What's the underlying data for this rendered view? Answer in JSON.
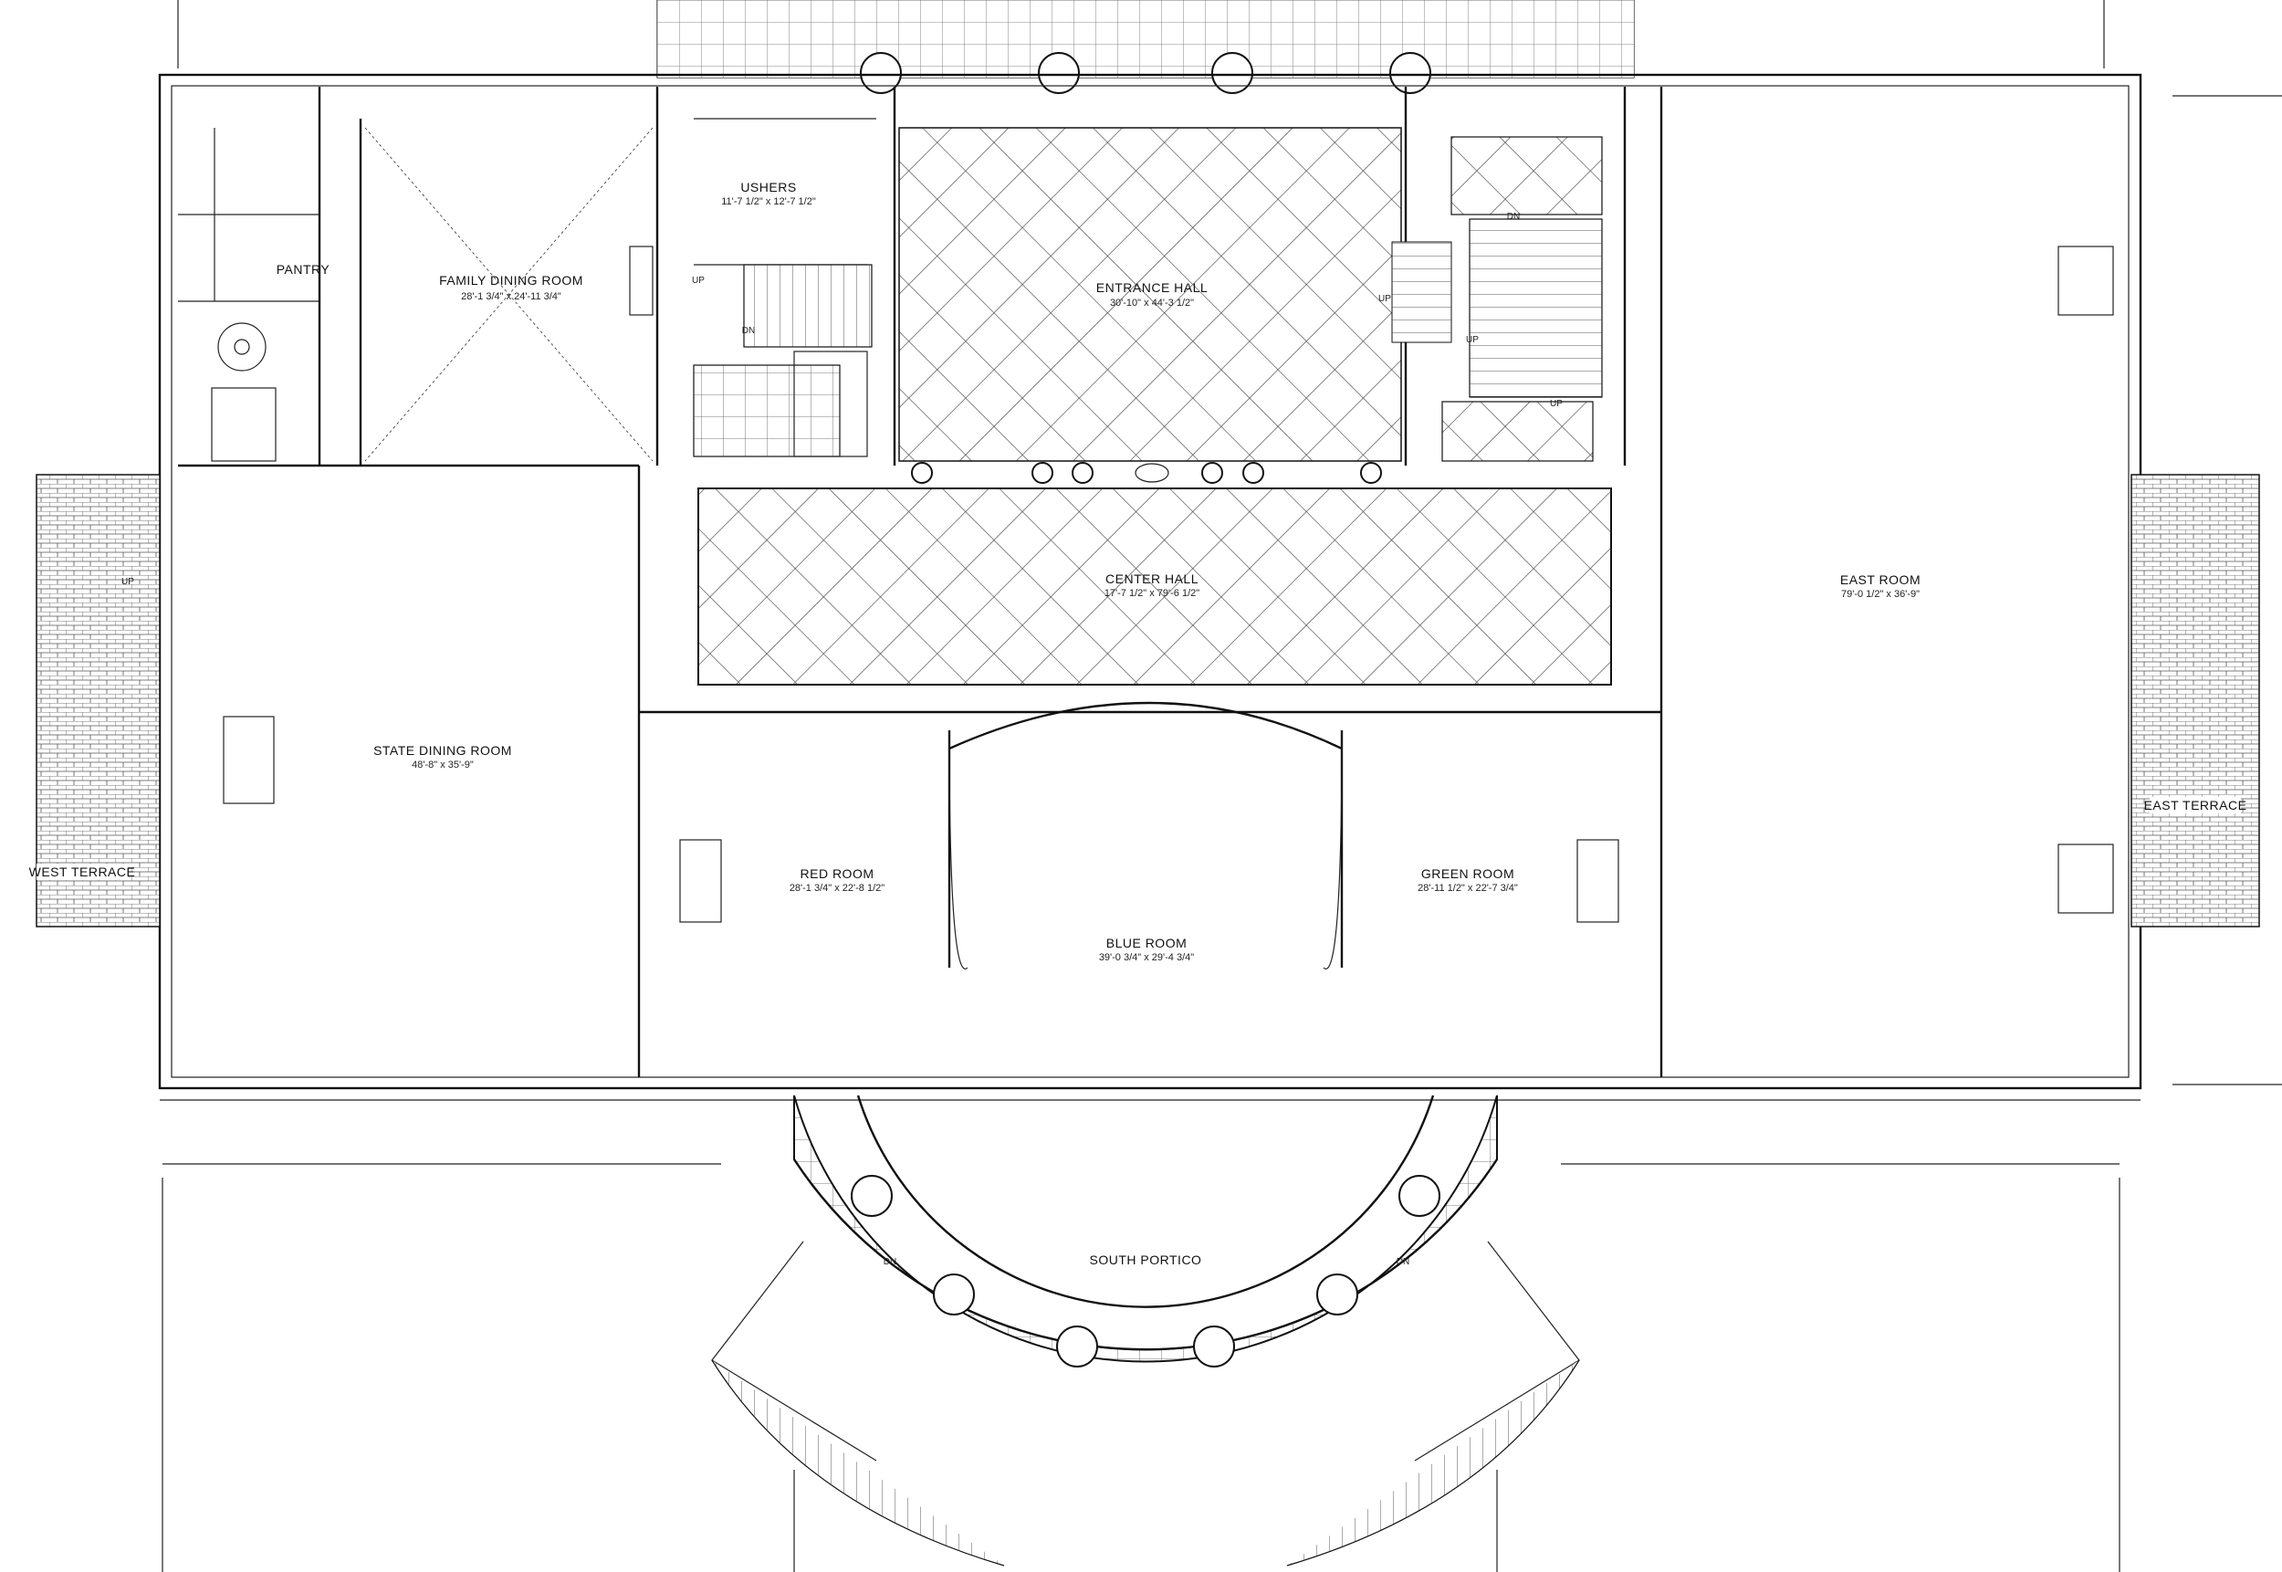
{
  "rooms": {
    "pantry": {
      "name": "PANTRY"
    },
    "family_dining": {
      "name": "FAMILY DINING ROOM",
      "dim": "28'-1 3/4\" x 24'-11 3/4\""
    },
    "ushers": {
      "name": "USHERS",
      "dim": "11'-7 1/2\" x 12'-7 1/2\""
    },
    "entrance_hall": {
      "name": "ENTRANCE HALL",
      "dim": "30'-10\" x 44'-3 1/2\""
    },
    "center_hall": {
      "name": "CENTER HALL",
      "dim": "17'-7 1/2\" x 79'-6 1/2\""
    },
    "east_room": {
      "name": "EAST ROOM",
      "dim": "79'-0 1/2\" x 36'-9\""
    },
    "state_dining": {
      "name": "STATE DINING ROOM",
      "dim": "48'-8\" x 35'-9\""
    },
    "red_room": {
      "name": "RED ROOM",
      "dim": "28'-1 3/4\" x 22'-8 1/2\""
    },
    "blue_room": {
      "name": "BLUE ROOM",
      "dim": "39'-0 3/4\" x 29'-4 3/4\""
    },
    "green_room": {
      "name": "GREEN ROOM",
      "dim": "28'-11 1/2\" x 22'-7 3/4\""
    },
    "west_terrace": {
      "name": "WEST TERRACE"
    },
    "east_terrace": {
      "name": "EAST TERRACE"
    },
    "south_portico": {
      "name": "SOUTH PORTICO"
    }
  },
  "stair_notes": {
    "up": "UP",
    "dn": "DN"
  },
  "colors": {
    "ink": "#111111",
    "paper": "#ffffff"
  }
}
